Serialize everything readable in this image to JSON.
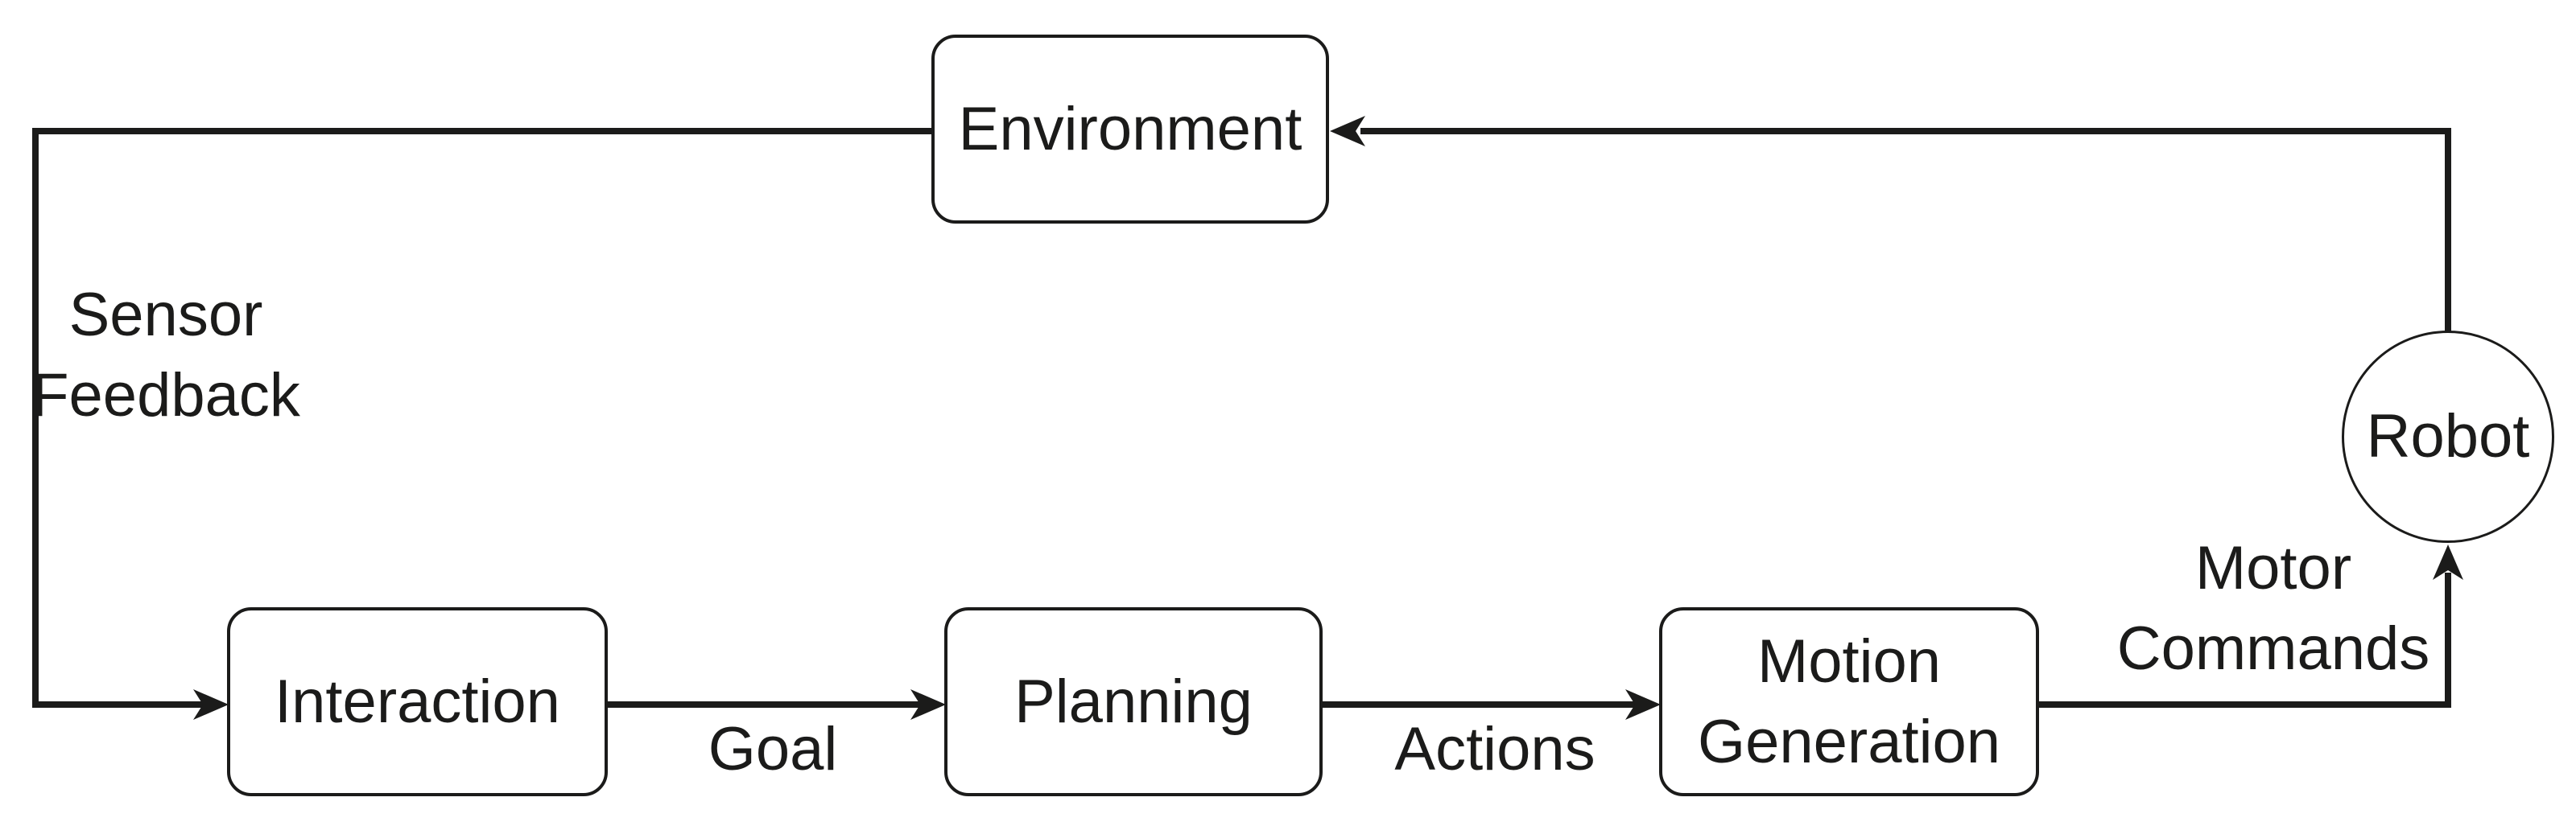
{
  "colors": {
    "ink": "#1b1b1a",
    "background": "#ffffff"
  },
  "nodes": {
    "environment": {
      "label": "Environment",
      "shape": "rounded-rectangle"
    },
    "interaction": {
      "label": "Interaction",
      "shape": "rounded-rectangle"
    },
    "planning": {
      "label": "Planning",
      "shape": "rounded-rectangle"
    },
    "motion_generation": {
      "label": "Motion Generation",
      "line1": "Motion",
      "line2": "Generation",
      "shape": "rounded-rectangle"
    },
    "robot": {
      "label": "Robot",
      "shape": "circle"
    }
  },
  "edge_labels": {
    "sensor_feedback": {
      "label": "Sensor Feedback",
      "line1": "Sensor",
      "line2": "Feedback"
    },
    "goal": {
      "label": "Goal"
    },
    "actions": {
      "label": "Actions"
    },
    "motor_commands": {
      "label": "Motor Commands",
      "line1": "Motor",
      "line2": "Commands"
    }
  }
}
